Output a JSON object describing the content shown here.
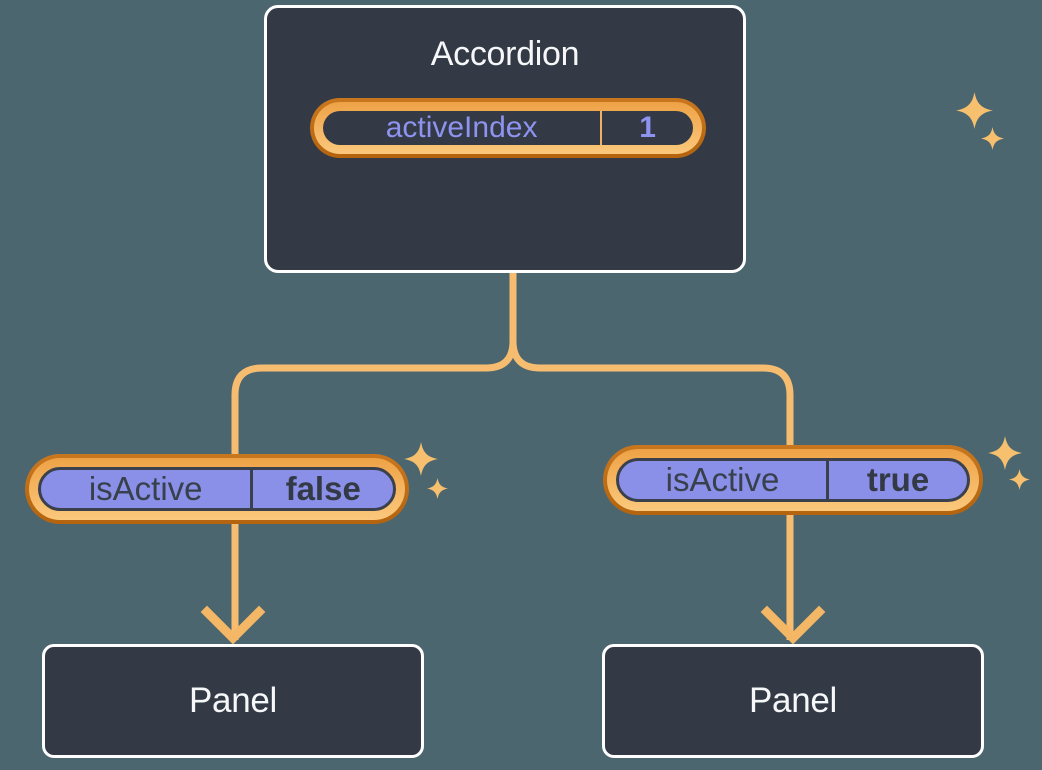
{
  "colors": {
    "background": "#4C666F",
    "box_fill": "#333A45",
    "box_border": "#FFFFFF",
    "pill_fill": "#8A8FE8",
    "pill_outline": "#3A404C",
    "ring_dark_orange": "#C2701A",
    "ring_light_orange": "#F5B560",
    "connector": "#F6BD70",
    "arrow": "#F3B765",
    "sparkle": "#F7C06F",
    "state_text": "#8E93F0",
    "prop_text": "#38404B",
    "title_text": "#F6F7F9"
  },
  "diagram": {
    "root": {
      "title": "Accordion",
      "state": {
        "name": "activeIndex",
        "value": "1"
      }
    },
    "children": [
      {
        "prop": {
          "name": "isActive",
          "value": "false"
        },
        "panel": {
          "title": "Panel"
        }
      },
      {
        "prop": {
          "name": "isActive",
          "value": "true"
        },
        "panel": {
          "title": "Panel"
        }
      }
    ]
  }
}
